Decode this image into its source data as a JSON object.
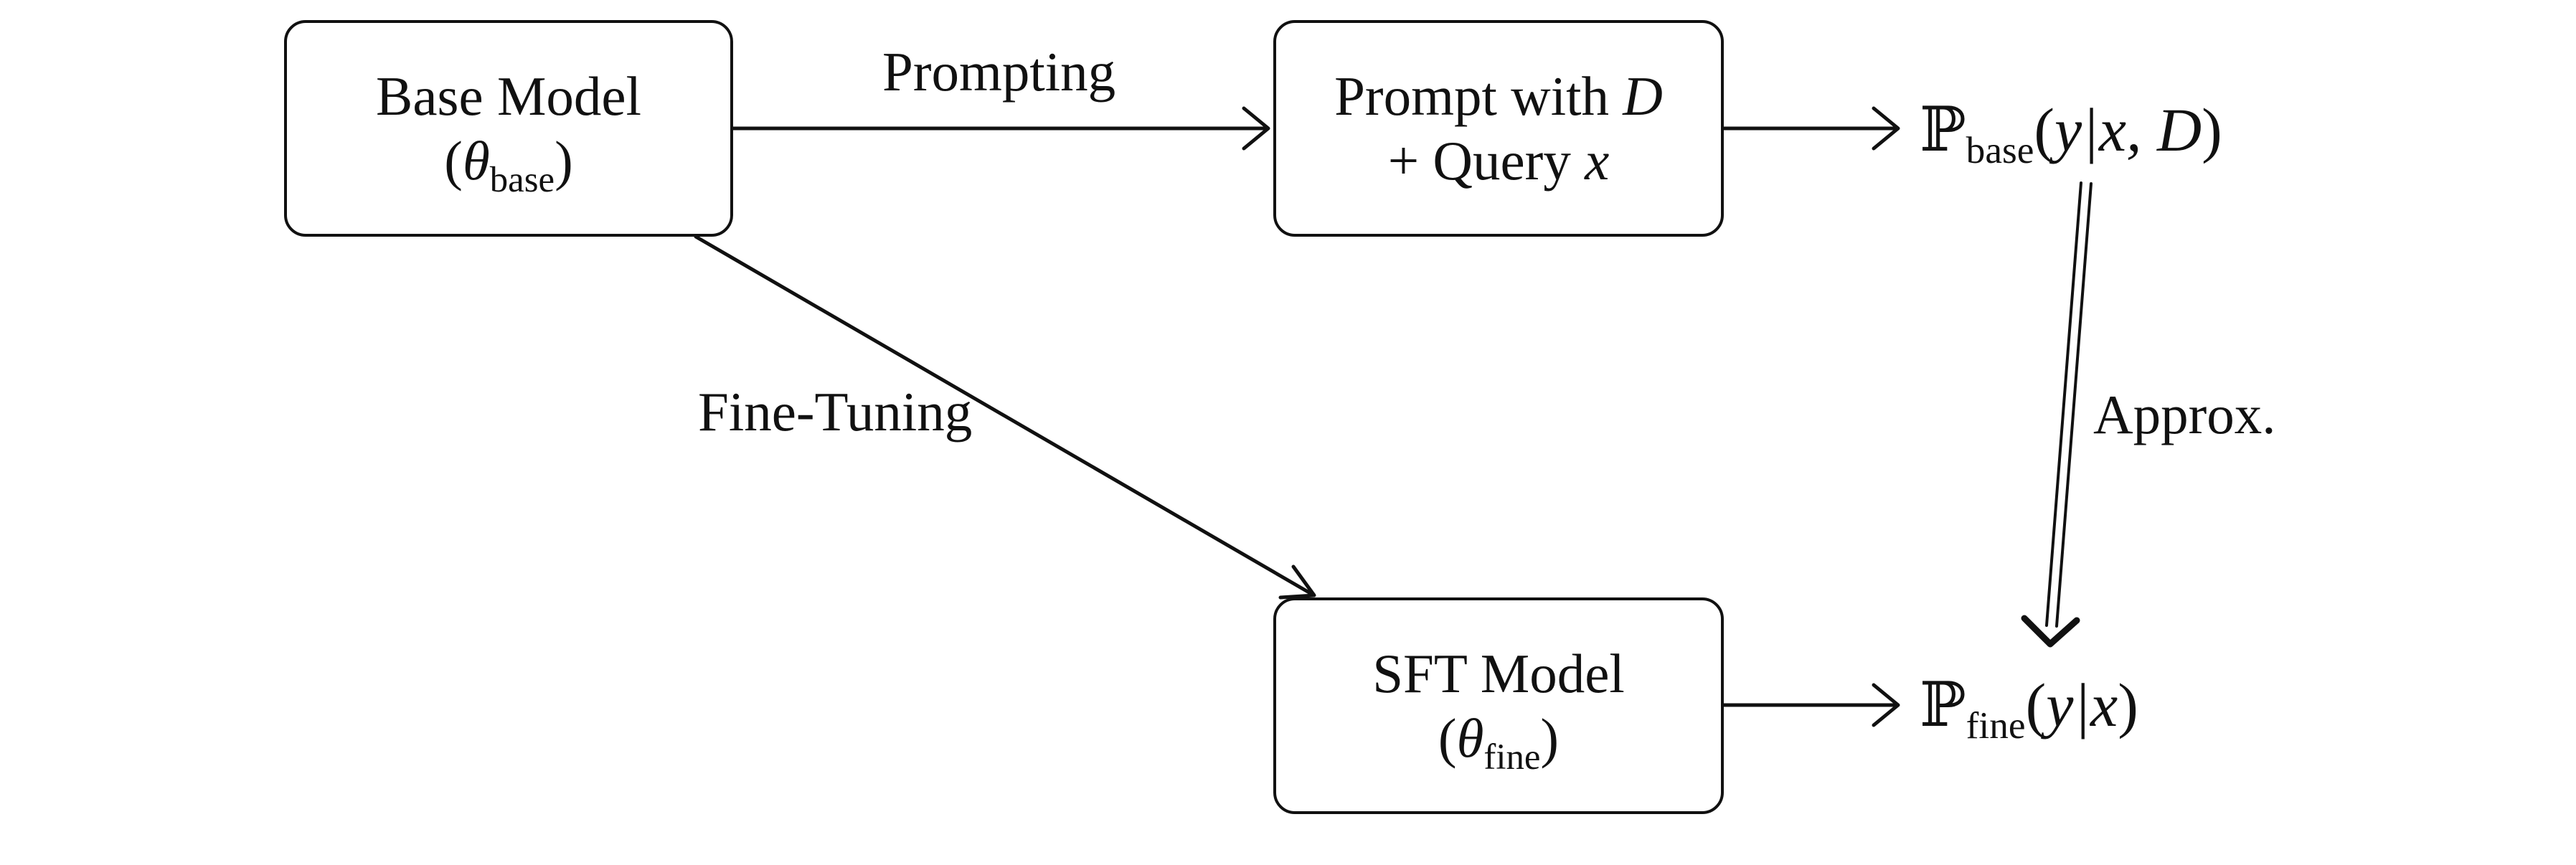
{
  "nodes": {
    "base_model": {
      "title": "Base Model",
      "param_open": "(",
      "param_symbol": "θ",
      "param_sub": "base",
      "param_close": ")"
    },
    "prompt": {
      "line1_text": "Prompt with ",
      "line1_symbol": "D",
      "line2_text": "+ Query ",
      "line2_symbol": "x"
    },
    "sft_model": {
      "title": "SFT Model",
      "param_open": "(",
      "param_symbol": "θ",
      "param_sub": "fine",
      "param_close": ")"
    }
  },
  "edges": {
    "prompting": "Prompting",
    "fine_tuning": "Fine-Tuning",
    "approx": "Approx."
  },
  "outputs": {
    "base": {
      "prob": "ℙ",
      "sub": "base",
      "open": "(",
      "args": "y|x, D",
      "close": ")"
    },
    "fine": {
      "prob": "ℙ",
      "sub": "fine",
      "open": "(",
      "args": "y|x",
      "close": ")"
    }
  }
}
